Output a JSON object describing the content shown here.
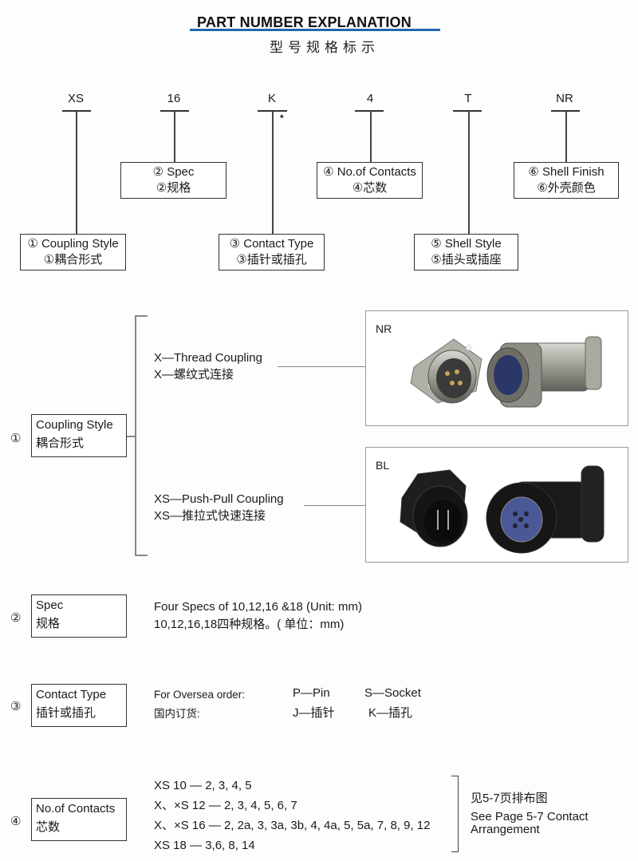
{
  "header": {
    "title": "PART NUMBER EXPLANATION",
    "subtitle": "型号规格标示",
    "accent_color": "#2166ad"
  },
  "part_number": {
    "segments": [
      {
        "code": "XS",
        "label_en": "① Coupling Style",
        "label_zh": "①耦合形式"
      },
      {
        "code": "16",
        "label_en": "② Spec",
        "label_zh": "②规格"
      },
      {
        "code": "K",
        "label_en": "③ Contact Type",
        "label_zh": "③插针或插孔",
        "note_mark": "*"
      },
      {
        "code": "4",
        "label_en": "④ No.of Contacts",
        "label_zh": "④芯数"
      },
      {
        "code": "T",
        "label_en": "⑤ Shell Style",
        "label_zh": "⑤插头或插座"
      },
      {
        "code": "NR",
        "label_en": "⑥ Shell Finish",
        "label_zh": "⑥外壳颜色"
      }
    ]
  },
  "sections": {
    "coupling": {
      "number": "①",
      "title_en": "Coupling Style",
      "title_zh": "耦合形式",
      "options": [
        {
          "en": "X—Thread Coupling",
          "zh": "X—螺纹式连接",
          "image_label": "NR",
          "image_desc": "silver-thread-connector-image"
        },
        {
          "en": "XS—Push-Pull Coupling",
          "zh": "XS—推拉式快速连接",
          "image_label": "BL",
          "image_desc": "black-push-pull-connector-image"
        }
      ]
    },
    "spec": {
      "number": "②",
      "title_en": "Spec",
      "title_zh": "规格",
      "line_en": "Four Specs of 10,12,16 &18 (Unit: mm)",
      "line_zh": "10,12,16,18四种规格。( 单位：mm)"
    },
    "contact_type": {
      "number": "③",
      "title_en": "Contact Type",
      "title_zh": "插针或插孔",
      "rows": [
        {
          "label": "For Oversea order:",
          "a": "P—Pin",
          "b": "S—Socket"
        },
        {
          "label": "国内订货:",
          "a": "J—插针",
          "b": "K—插孔"
        }
      ]
    },
    "contacts": {
      "number": "④",
      "title_en": "No.of Contacts",
      "title_zh": "芯数",
      "rows": [
        "XS 10 —  2, 3, 4, 5",
        "X、×S 12 — 2, 3, 4, 5, 6, 7",
        "X、×S 16 — 2, 2a, 3, 3a, 3b, 4, 4a, 5, 5a, 7, 8, 9, 12",
        "XS 18 — 3,6, 8, 14"
      ],
      "note_zh": "见5-7页排布图",
      "note_en_1": "See Page 5-7 Contact",
      "note_en_2": "Arrangement"
    }
  }
}
